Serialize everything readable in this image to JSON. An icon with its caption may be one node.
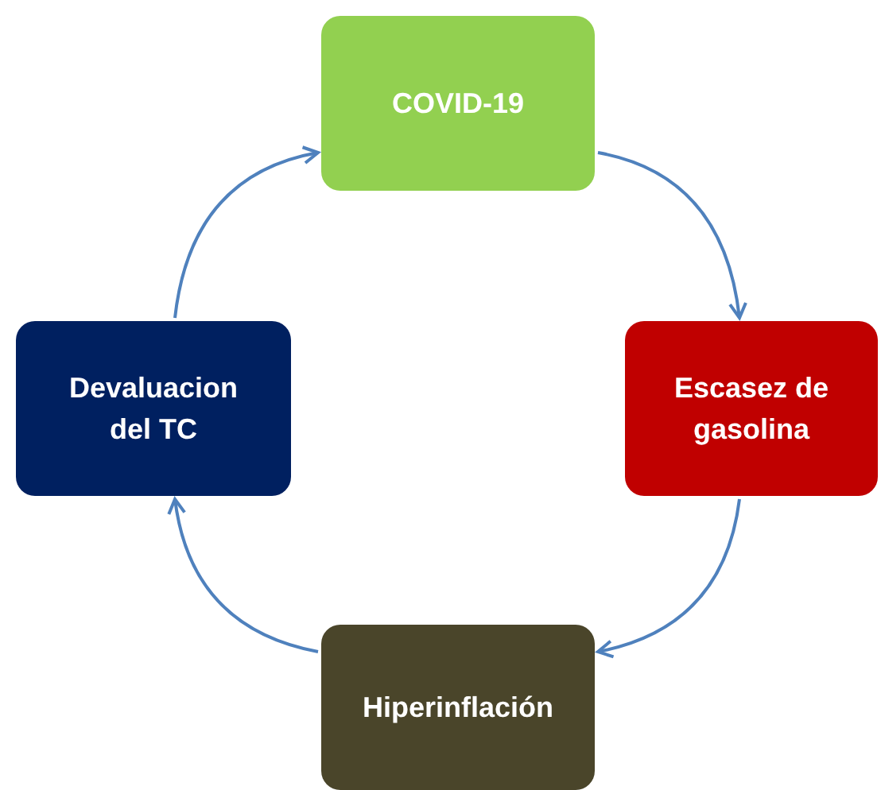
{
  "diagram": {
    "nodes": [
      {
        "text": [
          "COVID-19"
        ]
      },
      {
        "text": [
          "Escasez de gasolina"
        ]
      },
      {
        "text": [
          "Hiperinflación"
        ]
      },
      {
        "text": [
          "Devaluacion del TC"
        ]
      }
    ],
    "edges": [
      {
        "from": 0,
        "to": 1,
        "arrow": "to"
      },
      {
        "from": 1,
        "to": 2,
        "arrow": "to"
      },
      {
        "from": 2,
        "to": 3,
        "arrow": "to"
      },
      {
        "from": 3,
        "to": 0,
        "arrow": "to"
      }
    ]
  }
}
